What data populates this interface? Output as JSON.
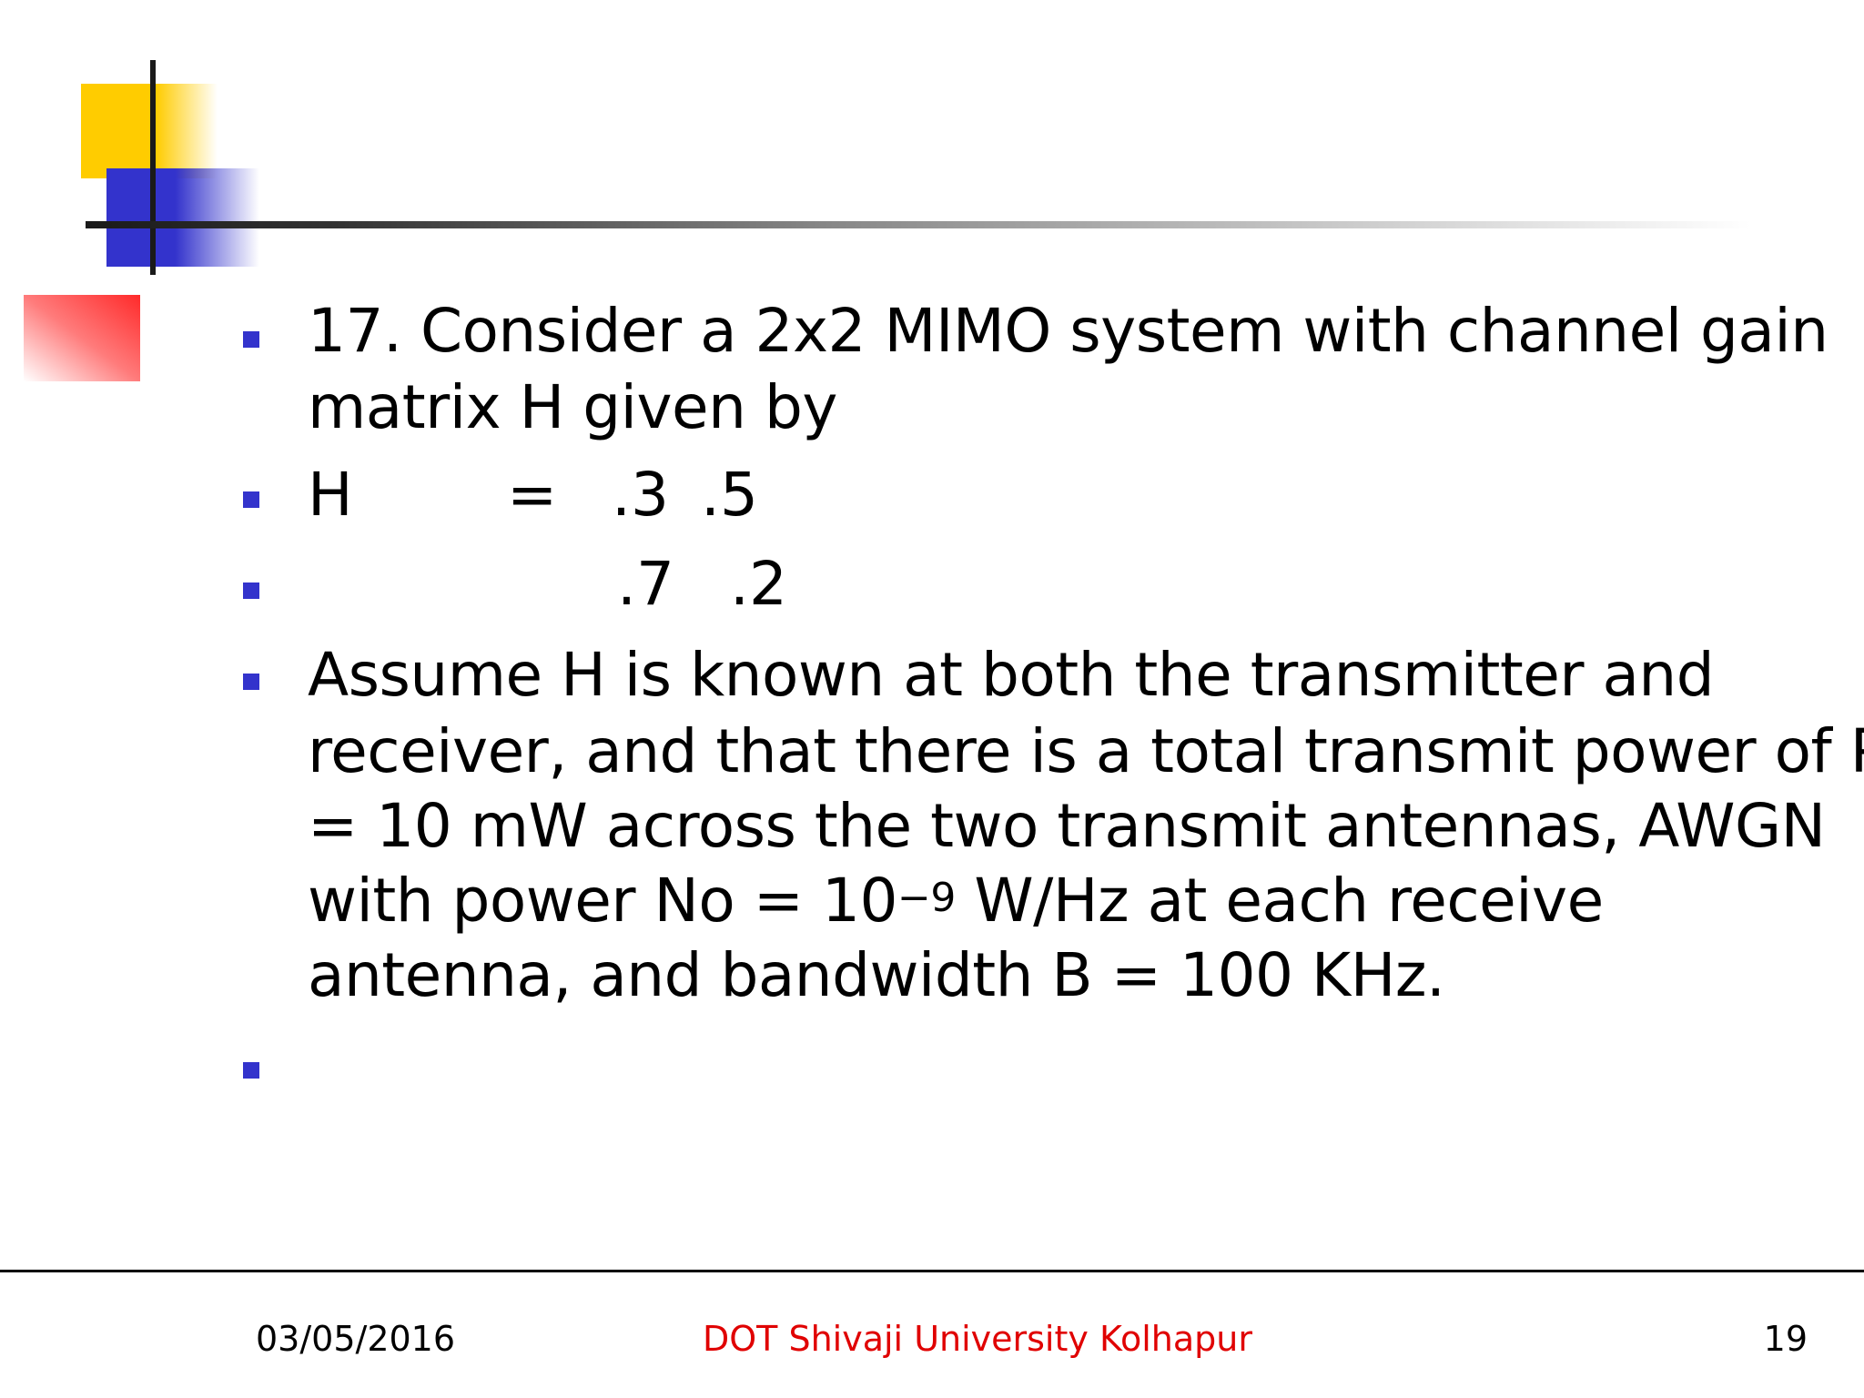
{
  "slide": {
    "item1": {
      "line1": "17.  Consider a 2x2 MIMO system with channel gain",
      "line2": "matrix H given by"
    },
    "matrix": {
      "label": "H",
      "equals": "=",
      "row1": [
        ".3",
        ".5"
      ],
      "row2": [
        ".7",
        ".2"
      ]
    },
    "item4": {
      "line1": "Assume H is known at both the transmitter and",
      "line2": "receiver, and that there is a total transmit power of P",
      "line3": "= 10 mW across the two transmit antennas, AWGN",
      "line4_pre": "with power No = 10",
      "line4_exp": "−9",
      "line4_post": " W/Hz at each receive",
      "line5": "antenna, and bandwidth B = 100 KHz."
    }
  },
  "footer": {
    "date": "03/05/2016",
    "center": "DOT Shivaji University Kolhapur",
    "page": "19"
  },
  "colors": {
    "bullet": "#3333cc",
    "footer_center": "#e00000",
    "accent_yellow": "#ffcc00",
    "accent_blue": "#3333cc",
    "accent_red": "#ff2a2a"
  }
}
